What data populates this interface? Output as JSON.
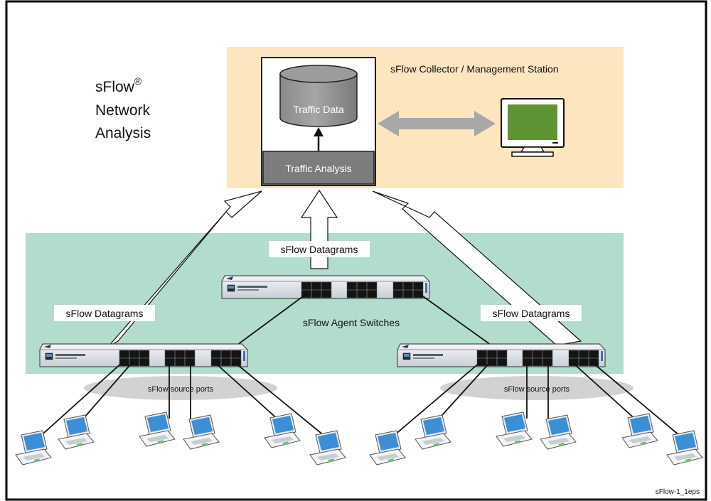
{
  "title": {
    "line1": "sFlow",
    "registered_mark": "®",
    "line2": "Network",
    "line3": "Analysis"
  },
  "collector": {
    "label": "sFlow Collector / Management Station",
    "database_label": "Traffic Data",
    "analysis_label": "Traffic Analysis"
  },
  "agents": {
    "label": "sFlow Agent Switches",
    "datagram_labels": [
      "sFlow Datagrams",
      "sFlow Datagrams",
      "sFlow Datagrams"
    ]
  },
  "source_ports": [
    "sFlow source ports",
    "sFlow source ports"
  ],
  "figure_id": "sFlow-1_1eps",
  "colors": {
    "collector_bg": "#fde5c0",
    "agent_bg": "#b2dccb",
    "analysis_box": "#7d7d7d",
    "database": "#8c8c8c",
    "screen": "#5f9434",
    "laptop_screen": "#3a8fd6",
    "arrow_gray": "#a8a8a8"
  }
}
